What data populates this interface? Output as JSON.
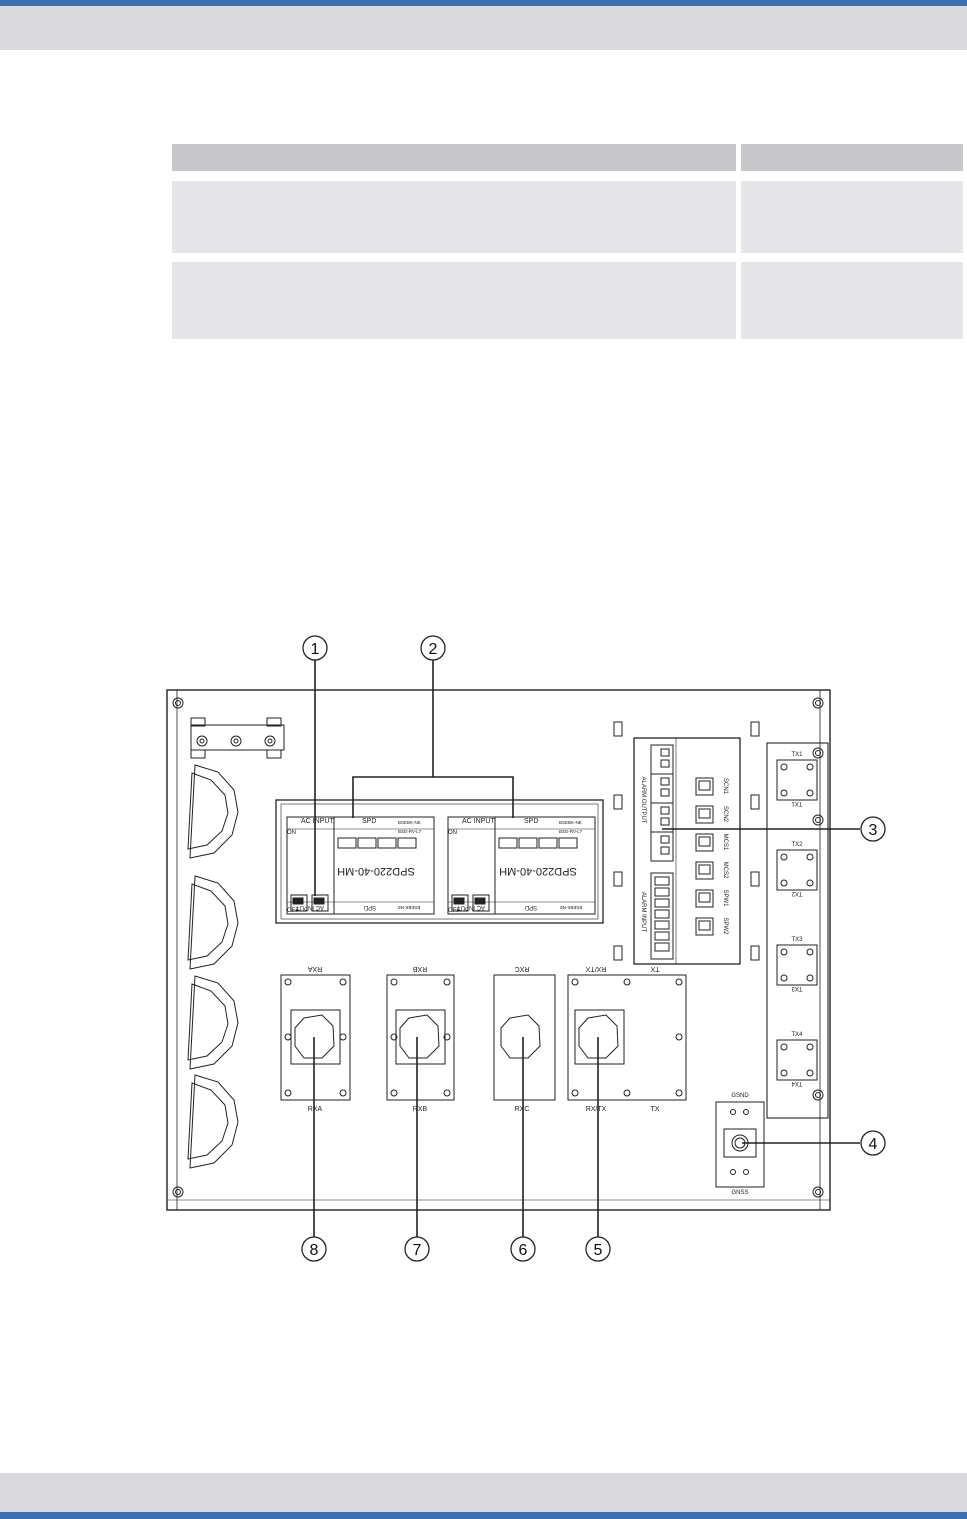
{
  "figure": {
    "callouts": [
      {
        "n": "1"
      },
      {
        "n": "2"
      },
      {
        "n": "3"
      },
      {
        "n": "4"
      },
      {
        "n": "5"
      },
      {
        "n": "6"
      },
      {
        "n": "7"
      },
      {
        "n": "8"
      }
    ],
    "ac_panel": {
      "module_label": "SPD220-40-MH",
      "ac_input": "AC INPUT",
      "spd": "SPD",
      "on": "ON",
      "off": "OFF",
      "spd_code_top": "BSEBK-NE",
      "spd_code_mid": "BSD-RV-L7",
      "spd_code_bot": "BSEBK-NE"
    },
    "alarm": {
      "output_label": "ALARM OUTPUT",
      "input_label": "ALARM INPUT",
      "ports": [
        "SCN1",
        "SCN2",
        "MCS1",
        "MCS2",
        "SPW1",
        "SPW2"
      ]
    },
    "tx_ports": [
      "TX1",
      "TX2",
      "TX3",
      "TX4"
    ],
    "tx_ports_mirrored": [
      "TX1",
      "TX2",
      "TX3",
      "TX4"
    ],
    "rf_ports": {
      "rxa": {
        "top": "RXA",
        "bottom": "RXA"
      },
      "rxb": {
        "top": "RXB",
        "bottom": "RXB"
      },
      "rxc": {
        "top": "RXC",
        "bottom": "RXC"
      },
      "rxtx": {
        "top": "RX/TX",
        "bottom": "RX/TX",
        "tx_top": "TX",
        "tx_bottom": "TX"
      }
    },
    "gnss": {
      "top": "GSND",
      "bottom": "GNSS"
    }
  }
}
